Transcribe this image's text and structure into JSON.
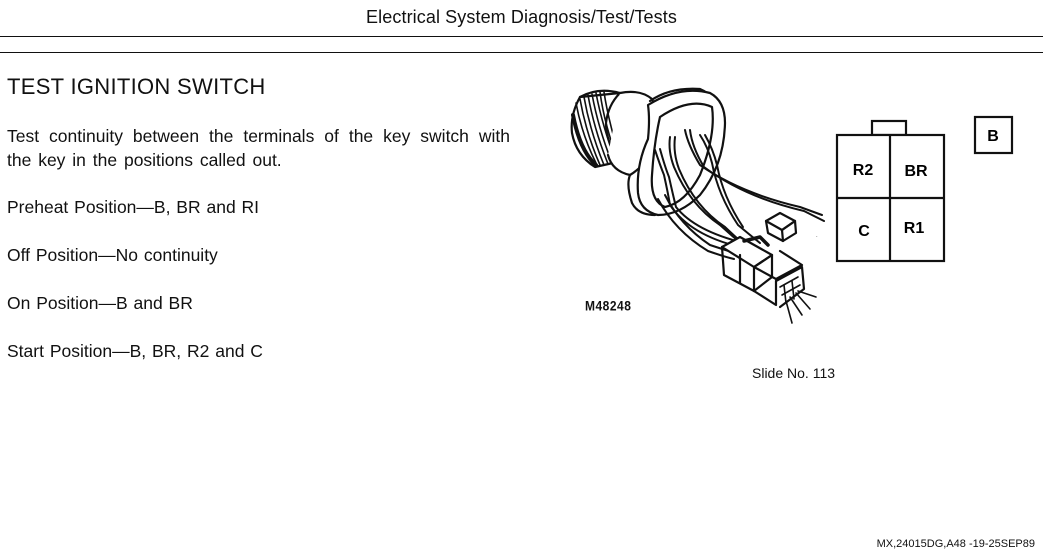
{
  "header": {
    "title": "Electrical System Diagnosis/Test/Tests"
  },
  "section": {
    "title": "TEST IGNITION SWITCH",
    "intro": "Test continuity between the terminals of the key switch with the key in the positions called out.",
    "positions": [
      "Preheat Position—B, BR and RI",
      "Off Position—No continuity",
      "On Position—B and BR",
      "Start Position—B, BR, R2 and C"
    ]
  },
  "figure": {
    "id": "M48248",
    "slide_label": "Slide No. 113",
    "illustration": "ignition-switch-with-wiring-harness",
    "connector_terminals": {
      "top_left": "R2",
      "top_right": "BR",
      "bottom_left": "C",
      "bottom_right": "R1",
      "separate": "B"
    }
  },
  "footer": {
    "reference": "MX,24015DG,A48 -19-25SEP89"
  }
}
